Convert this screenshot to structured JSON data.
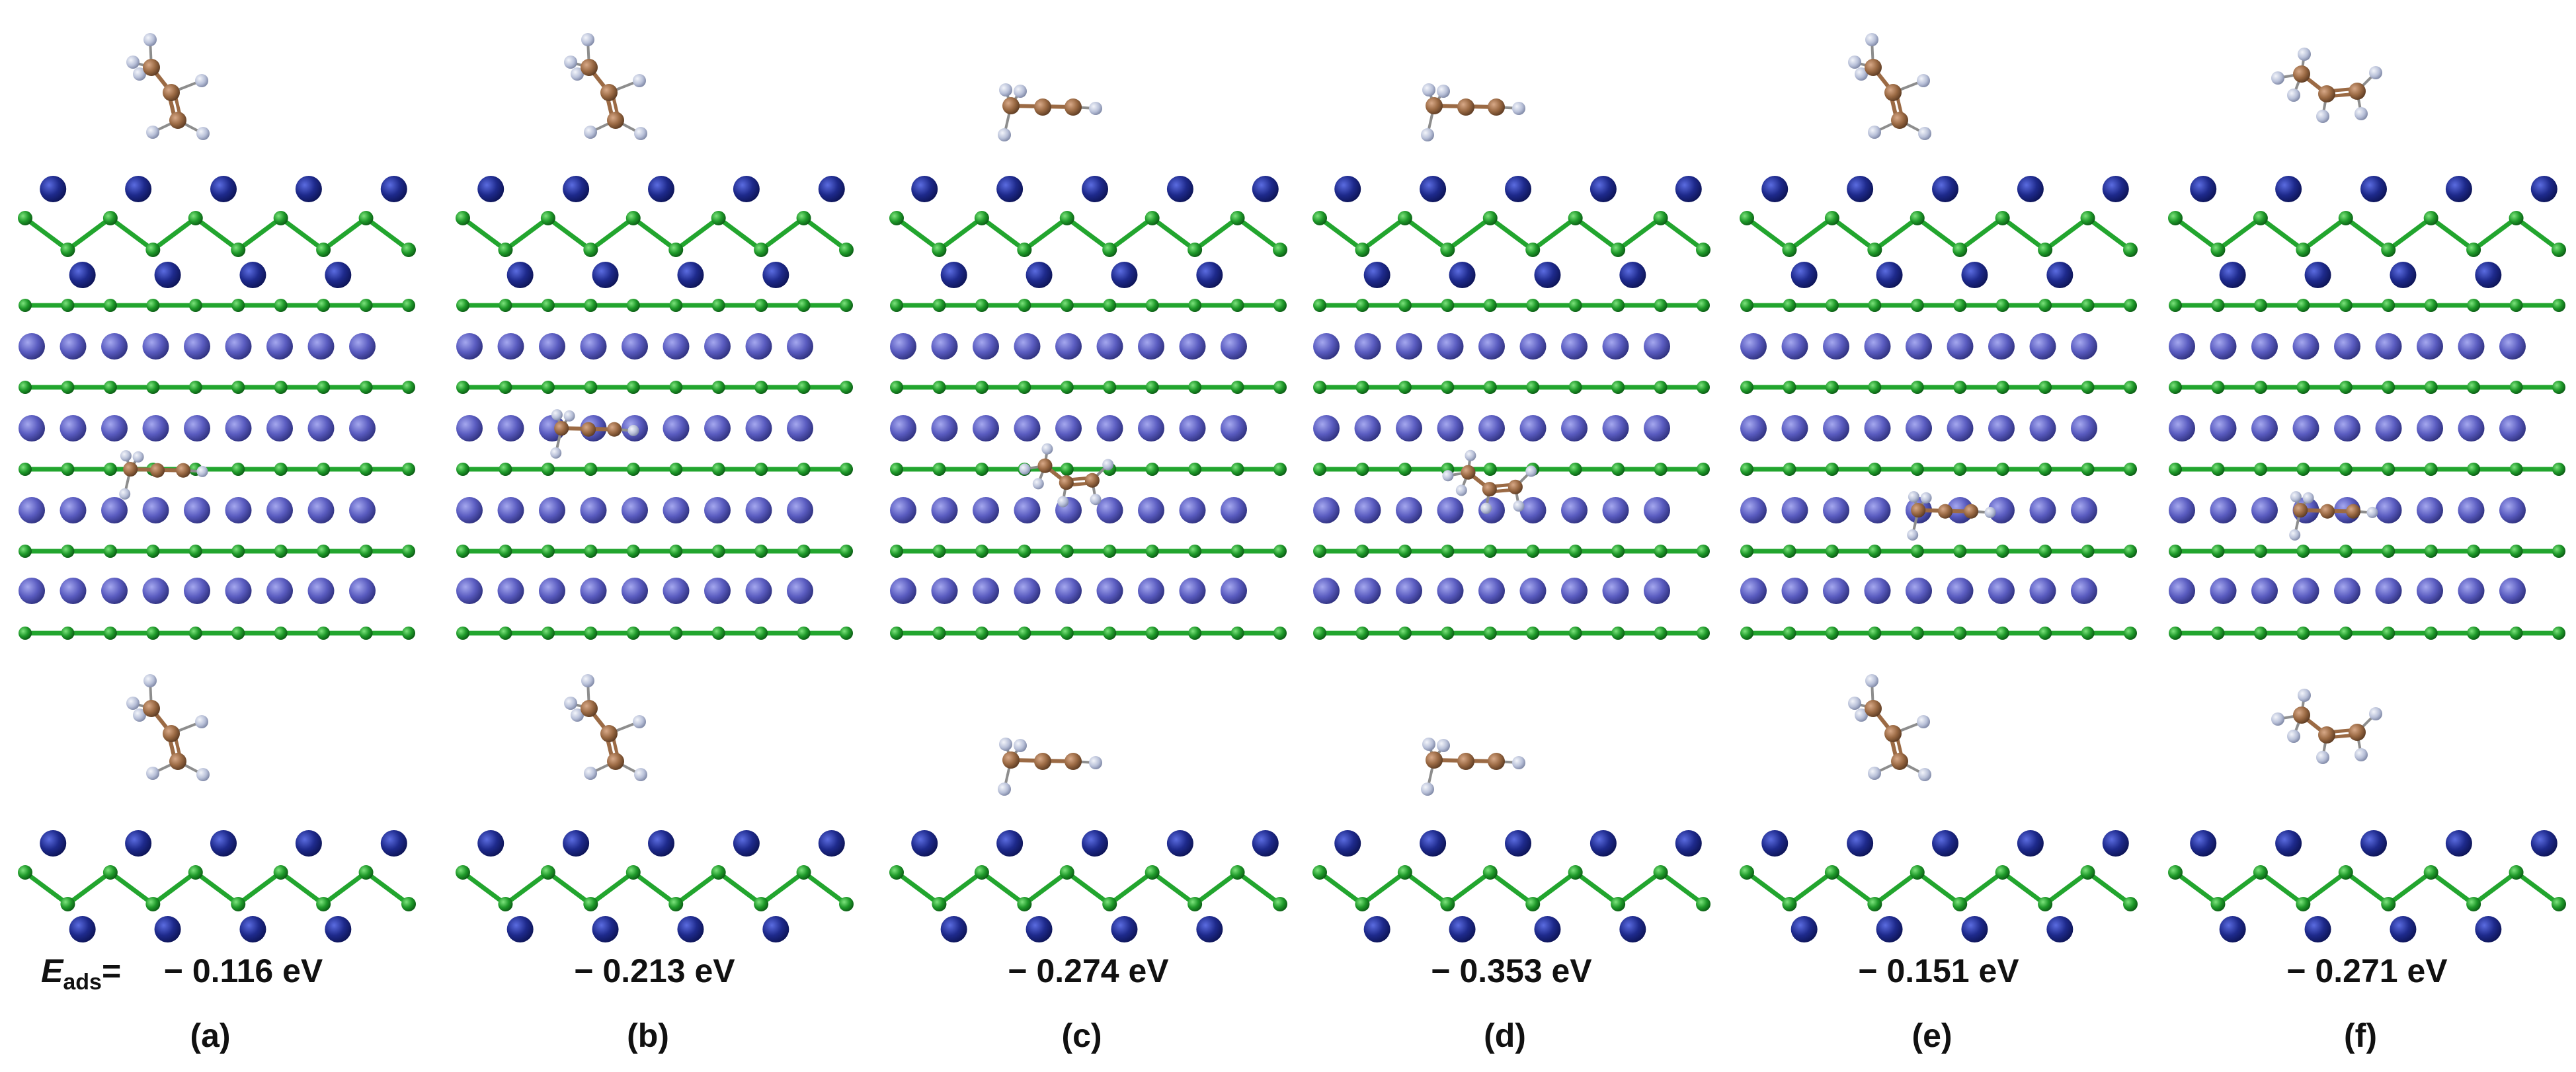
{
  "figure": {
    "eads_symbol": "E",
    "eads_subscript": "ads",
    "eads_equals": "=",
    "panels": [
      {
        "label": "(a)",
        "energy": "− 0.116 eV",
        "molecule": "propene",
        "orientation_top": "vertical"
      },
      {
        "label": "(b)",
        "energy": "− 0.213 eV",
        "molecule": "propene",
        "orientation_top": "vertical"
      },
      {
        "label": "(c)",
        "energy": "− 0.274 eV",
        "molecule": "propyne",
        "orientation_top": "horizontal"
      },
      {
        "label": "(d)",
        "energy": "− 0.353 eV",
        "molecule": "propyne",
        "orientation_top": "horizontal"
      },
      {
        "label": "(e)",
        "energy": "− 0.151 eV",
        "molecule": "propene",
        "orientation_top": "vertical"
      },
      {
        "label": "(f)",
        "energy": "− 0.271 eV",
        "molecule": "propene",
        "orientation_top": "tilted"
      }
    ],
    "colors": {
      "metal_atom": "#1e2a8c",
      "metal_atom_light": "#5a5cc0",
      "nonmetal_atom": "#1f9a2a",
      "bond": "#22a52e",
      "carbon": "#9b6a44",
      "hydrogen": "#b8c0d8"
    }
  }
}
